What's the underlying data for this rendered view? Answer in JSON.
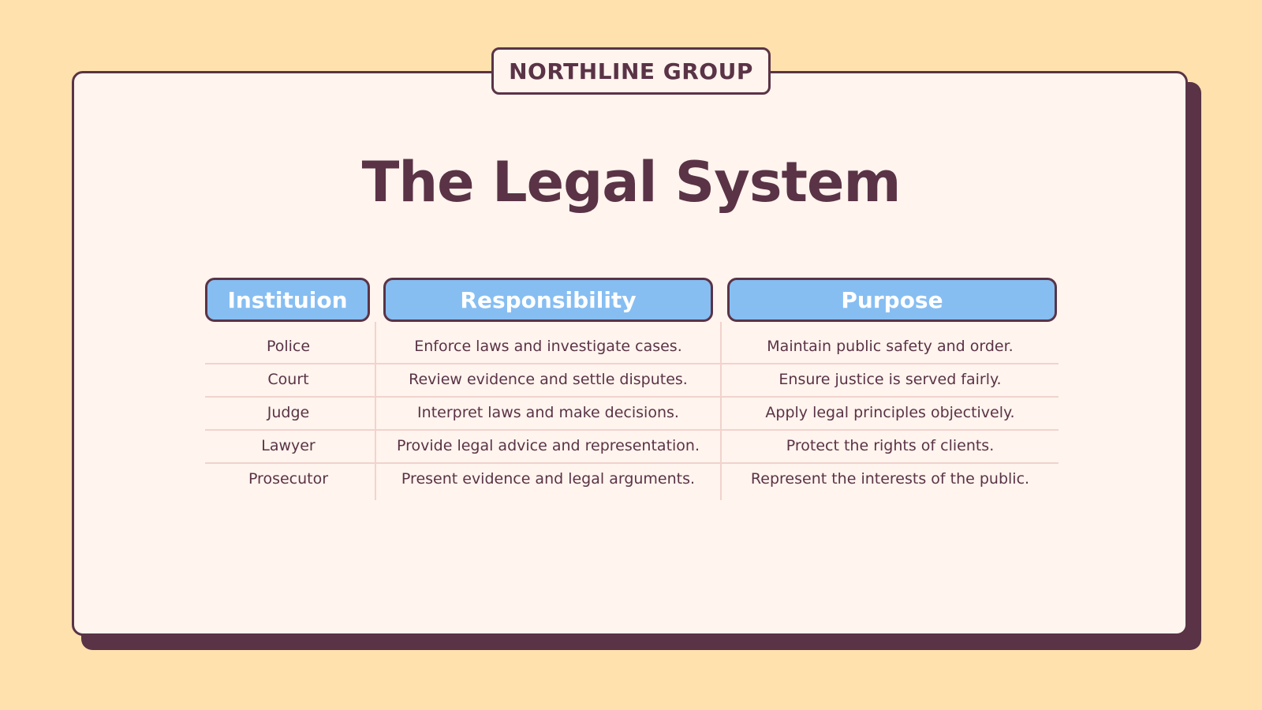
{
  "brand": "NORTHLINE GROUP",
  "title": "The Legal System",
  "table": {
    "headers": [
      "Instituion",
      "Responsibility",
      "Purpose"
    ],
    "rows": [
      [
        "Police",
        "Enforce laws and investigate cases.",
        "Maintain public safety and order."
      ],
      [
        "Court",
        "Review evidence and settle disputes.",
        "Ensure justice is served fairly."
      ],
      [
        "Judge",
        "Interpret laws and make decisions.",
        "Apply legal principles objectively."
      ],
      [
        "Lawyer",
        "Provide legal advice and representation.",
        "Protect the rights of clients."
      ],
      [
        "Prosecutor",
        "Present evidence and legal arguments.",
        "Represent the interests of the public."
      ]
    ]
  },
  "colors": {
    "background": "#ffe1ae",
    "card": "#fff4ee",
    "ink": "#5a3346",
    "header_fill": "#86bef2",
    "divider": "#f2d2cd"
  }
}
